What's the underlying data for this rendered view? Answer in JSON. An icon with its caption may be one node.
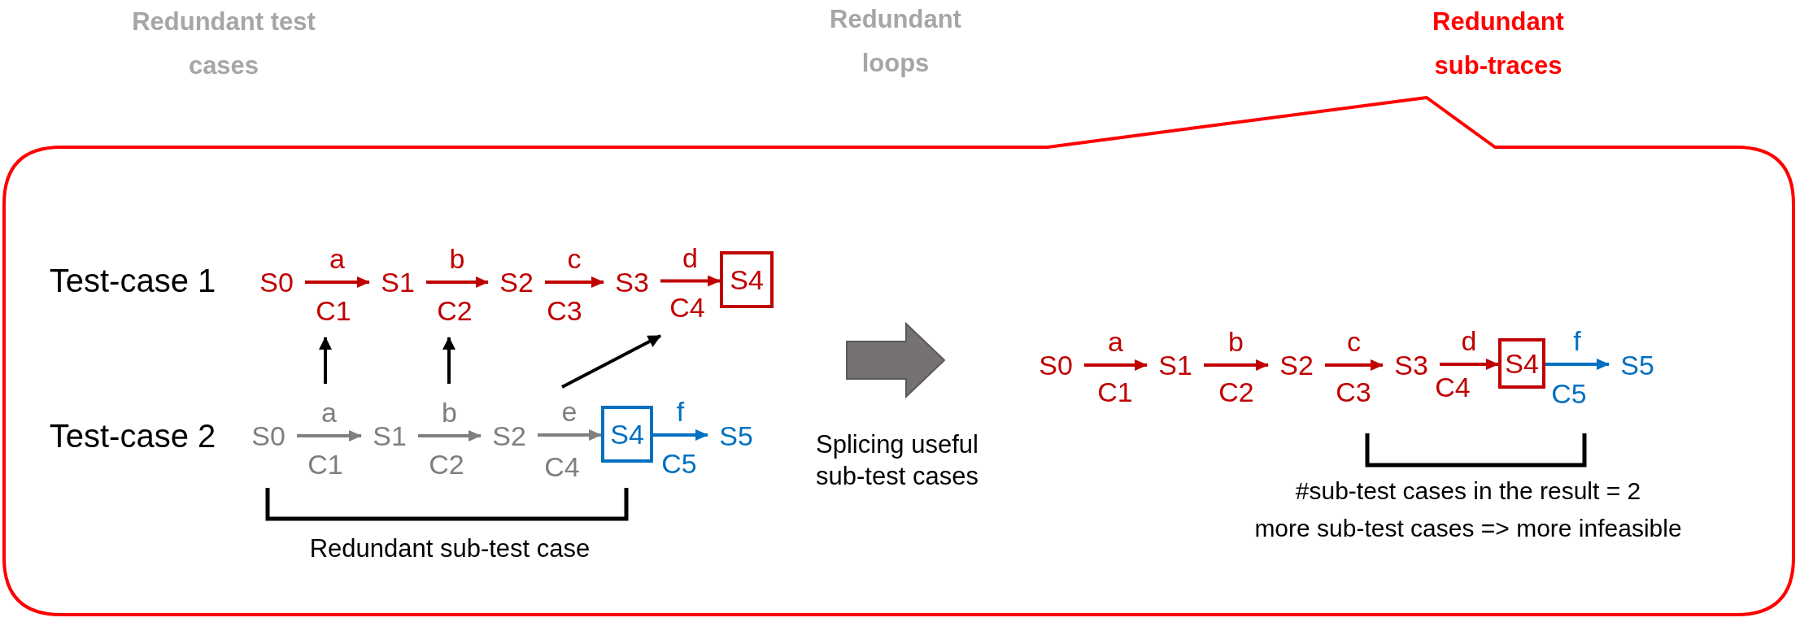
{
  "diagram": {
    "nodes": [
      {
        "text": [
          "Redundant test cases"
        ]
      },
      {
        "text": [
          "Redundant loops"
        ]
      },
      {
        "text": [
          "Redundant sub-traces"
        ]
      },
      {
        "text": [],
        "shape": "callout"
      },
      {
        "text": [
          "S0"
        ],
        "in": 3
      },
      {
        "text": [
          "S1"
        ],
        "in": 3
      },
      {
        "text": [
          "S2"
        ],
        "in": 3
      },
      {
        "text": [
          "S3"
        ],
        "in": 3
      },
      {
        "text": [
          "S4"
        ],
        "in": 3
      },
      {
        "text": [
          "S0"
        ],
        "in": 3
      },
      {
        "text": [
          "S1"
        ],
        "in": 3
      },
      {
        "text": [
          "S2"
        ],
        "in": 3
      },
      {
        "text": [
          "S4"
        ],
        "in": 3
      },
      {
        "text": [
          "S5"
        ],
        "in": 3
      },
      {
        "text": [
          "S0"
        ],
        "in": 3
      },
      {
        "text": [
          "S1"
        ],
        "in": 3
      },
      {
        "text": [
          "S2"
        ],
        "in": 3
      },
      {
        "text": [
          "S3"
        ],
        "in": 3
      },
      {
        "text": [
          "S4"
        ],
        "in": 3
      },
      {
        "text": [
          "S5"
        ],
        "in": 3
      }
    ],
    "edges": [
      {
        "from": 4,
        "to": 5,
        "arrow": "to",
        "label": "a"
      },
      {
        "from": 5,
        "to": 6,
        "arrow": "to",
        "label": "b"
      },
      {
        "from": 6,
        "to": 7,
        "arrow": "to",
        "label": "c"
      },
      {
        "from": 7,
        "to": 8,
        "arrow": "to",
        "label": "d"
      },
      {
        "from": 9,
        "to": 10,
        "arrow": "to",
        "label": "a",
        "color": "#7f7f7f"
      },
      {
        "from": 10,
        "to": 11,
        "arrow": "to",
        "label": "b",
        "color": "#7f7f7f"
      },
      {
        "from": 11,
        "to": 12,
        "arrow": "to",
        "label": "e",
        "color": "#7f7f7f"
      },
      {
        "from": 12,
        "to": 13,
        "arrow": "to",
        "label": "f",
        "color": "#0070c0"
      },
      {
        "from": 14,
        "to": 15,
        "arrow": "to",
        "label": "a"
      },
      {
        "from": 15,
        "to": 16,
        "arrow": "to",
        "label": "b"
      },
      {
        "from": 16,
        "to": 17,
        "arrow": "to",
        "label": "c"
      },
      {
        "from": 17,
        "to": 18,
        "arrow": "to",
        "label": "d"
      },
      {
        "from": 18,
        "to": 19,
        "arrow": "to",
        "label": "f",
        "color": "#0070c0"
      }
    ],
    "labels": [
      "Test-case 1",
      "Test-case 2",
      "C1",
      "C2",
      "C3",
      "C4",
      "C1",
      "C2",
      "C4",
      "C5",
      "Splicing useful sub-test cases",
      "Redundant sub-test case",
      "C1",
      "C2",
      "C3",
      "C4",
      "C5",
      "#sub-test cases in the result = 2",
      "more sub-test cases => more infeasible"
    ]
  }
}
